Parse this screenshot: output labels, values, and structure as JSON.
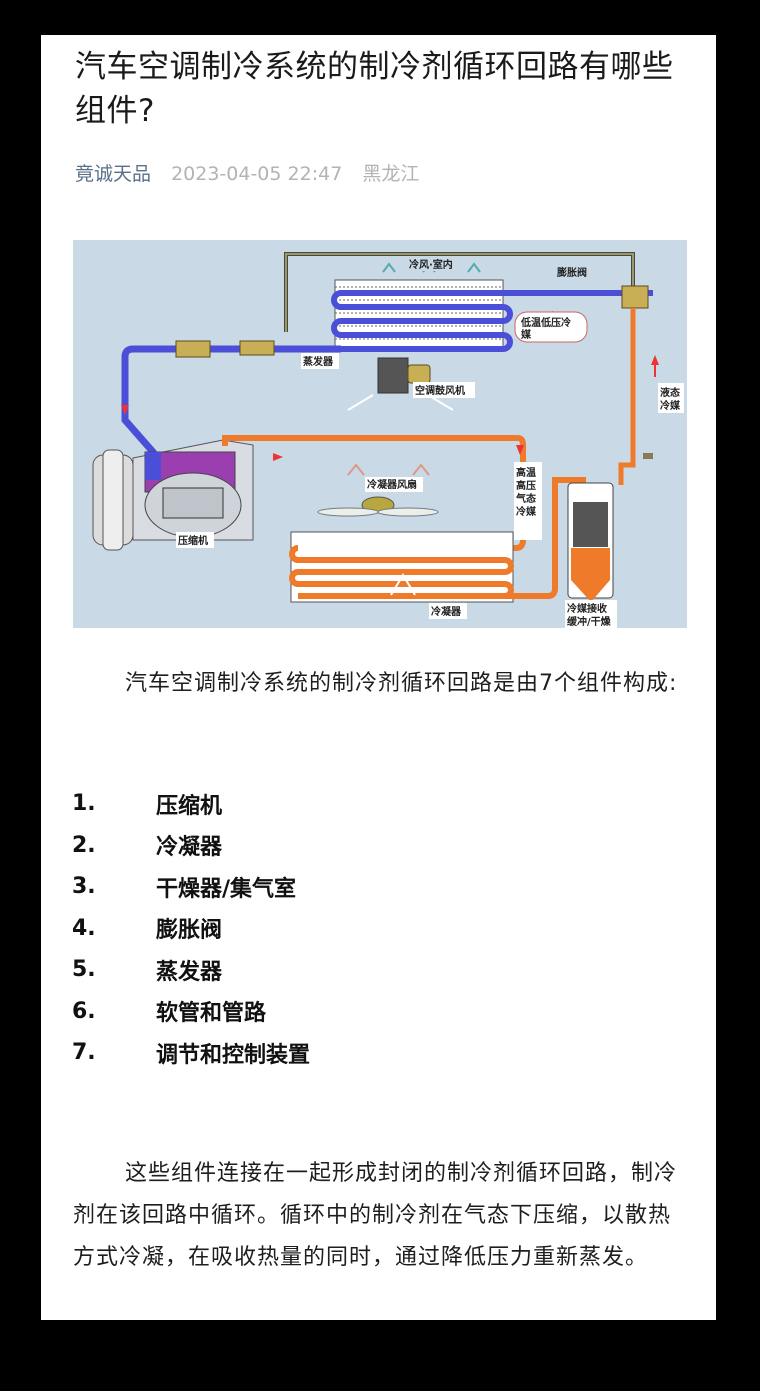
{
  "article": {
    "title": "汽车空调制冷系统的制冷剂循环回路有哪些组件?",
    "author": "竟诚天品",
    "date": "2023-04-05 22:47",
    "location": "黑龙江"
  },
  "figure": {
    "background_color": "#c9d9e6",
    "low_pressure_color": "#4b4fd8",
    "high_pressure_color": "#ef7a2a",
    "labels": {
      "cold_air_indoor": "冷风·室内",
      "expansion_valve": "膨胀阀",
      "low_temp_low_pressure": "低温低压冷",
      "low_temp_low_pressure_2": "媒",
      "evaporator": "蒸发器",
      "ac_blower": "空调鼓风机",
      "liquid_refrigerant_1": "液态",
      "liquid_refrigerant_2": "冷媒",
      "high_temp_1": "高温",
      "high_temp_2": "高压",
      "high_temp_3": "气态",
      "high_temp_4": "冷媒",
      "condenser_fan": "冷凝器风扇",
      "compressor": "压缩机",
      "condenser": "冷凝器",
      "receiver_1": "冷媒接收",
      "receiver_2": "缓冲/干燥"
    }
  },
  "intro": "汽车空调制冷系统的制冷剂循环回路是由7个组件构成:",
  "components": [
    {
      "num": "1.",
      "name": "压缩机"
    },
    {
      "num": "2.",
      "name": "冷凝器"
    },
    {
      "num": "3.",
      "name": "干燥器/集气室"
    },
    {
      "num": "4.",
      "name": "膨胀阀"
    },
    {
      "num": "5.",
      "name": "蒸发器"
    },
    {
      "num": "6.",
      "name": "软管和管路"
    },
    {
      "num": "7.",
      "name": "调节和控制装置"
    }
  ],
  "conclusion": "这些组件连接在一起形成封闭的制冷剂循环回路，制冷剂在该回路中循环。循环中的制冷剂在气态下压缩，以散热方式冷凝，在吸收热量的同时，通过降低压力重新蒸发。"
}
